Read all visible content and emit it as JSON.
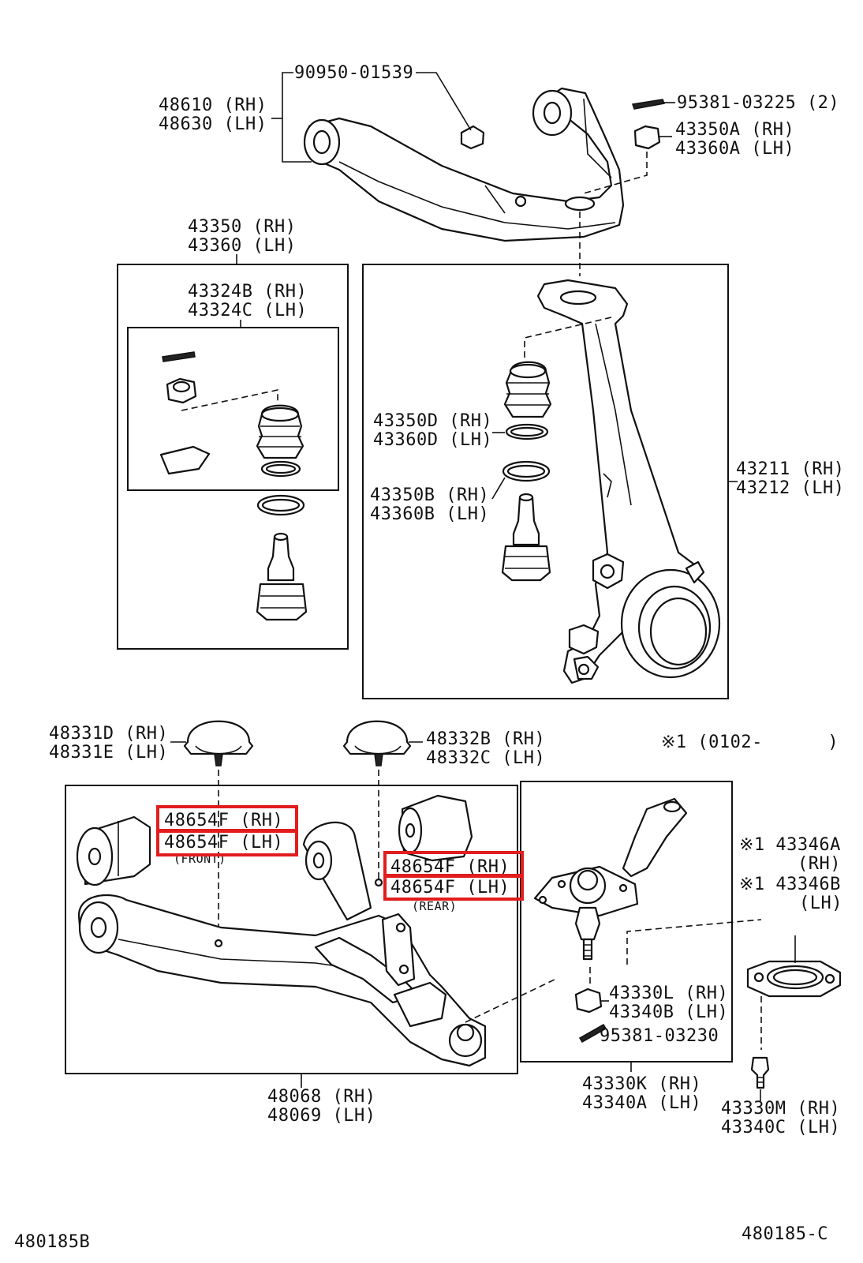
{
  "labels": {
    "bolt_90950": "90950-01539",
    "upper_arm_rh": "48610 (RH)",
    "upper_arm_lh": "48630 (LH)",
    "pin_95381_225": "95381-03225 (2)",
    "nut_43350a": "43350A (RH)",
    "nut_43360a": "43360A (LH)",
    "ball_joint_43350": "43350 (RH)",
    "ball_joint_43360": "43360 (LH)",
    "kit_43324b": "43324B (RH)",
    "kit_43324c": "43324C (LH)",
    "boot_43350d": "43350D (RH)",
    "boot_43360d": "43360D (LH)",
    "ring_43350b": "43350B (RH)",
    "ring_43360b": "43360B (LH)",
    "knuckle_43211": "43211 (RH)",
    "knuckle_43212": "43212 (LH)",
    "stopper_48331d": "48331D (RH)",
    "stopper_48331e": "48331E (LH)",
    "stopper_48332b": "48332B (RH)",
    "stopper_48332c": "48332C (LH)",
    "note_range": "※1 (0102-      )",
    "bush_front_rh": "48654F (RH)",
    "bush_front_lh": "48654F (LH)",
    "bush_front_tag": "(FRONT)",
    "bush_rear_rh": "48654F (RH)",
    "bush_rear_lh": "48654F (LH)",
    "bush_rear_tag": "(REAR)",
    "lower_bj_43346a": "※1 43346A",
    "lower_bj_43346a_side": "(RH)",
    "lower_bj_43346b": "※1 43346B",
    "lower_bj_43346b_side": "(LH)",
    "nut_43330l": "43330L (RH)",
    "nut_43340b": "43340B (LH)",
    "pin_95381_230": "95381-03230",
    "lower_arm_48068": "48068 (RH)",
    "lower_arm_48069": "48069 (LH)",
    "lbj_43330k": "43330K (RH)",
    "lbj_43340a": "43340A (LH)",
    "bolt_43330m": "43330M (RH)",
    "bolt_43340c": "43340C (LH)",
    "code_left": "480185B",
    "code_right": "480185-C"
  },
  "highlight_color": "#e21d1d"
}
